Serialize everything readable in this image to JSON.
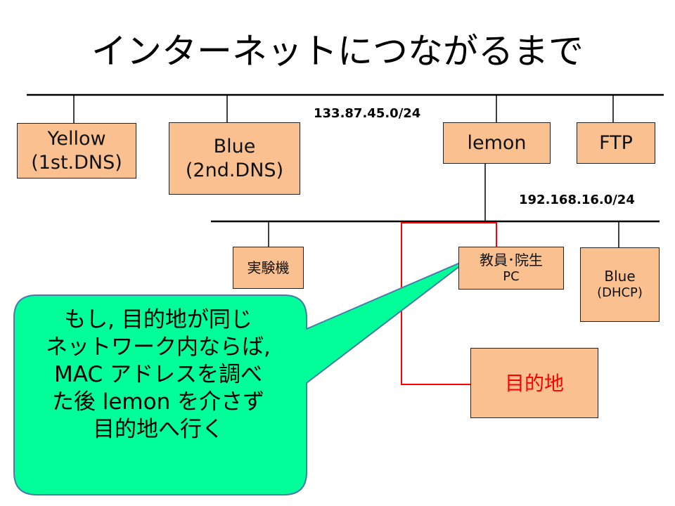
{
  "title": "インターネットにつながるまで",
  "networks": {
    "outer": "133.87.45.0/24",
    "inner": "192.168.16.0/24"
  },
  "nodes": {
    "yellow": {
      "line1": "Yellow",
      "line2": "(1st.DNS)"
    },
    "blue": {
      "line1": "Blue",
      "line2": "(2nd.DNS)"
    },
    "lemon": {
      "label": "lemon"
    },
    "ftp": {
      "label": "FTP"
    },
    "jikkenki": {
      "label": "実験機"
    },
    "staff_pc": {
      "line1": "教員･院生",
      "line2": "PC"
    },
    "blue_dhcp": {
      "line1": "Blue",
      "line2": "(DHCP)"
    },
    "destination": {
      "label": "目的地"
    }
  },
  "callout": {
    "lines": [
      "もし, 目的地が同じ",
      "ネットワーク内ならば,",
      "MAC アドレスを調べ",
      "た後 lemon を介さず",
      "目的地へ行く"
    ]
  },
  "colors": {
    "box_fill": "#fac090",
    "callout_fill": "#00ff99",
    "callout_border": "#4a7aa8",
    "route_line": "#ff0000",
    "destination_text": "#ff0000"
  }
}
